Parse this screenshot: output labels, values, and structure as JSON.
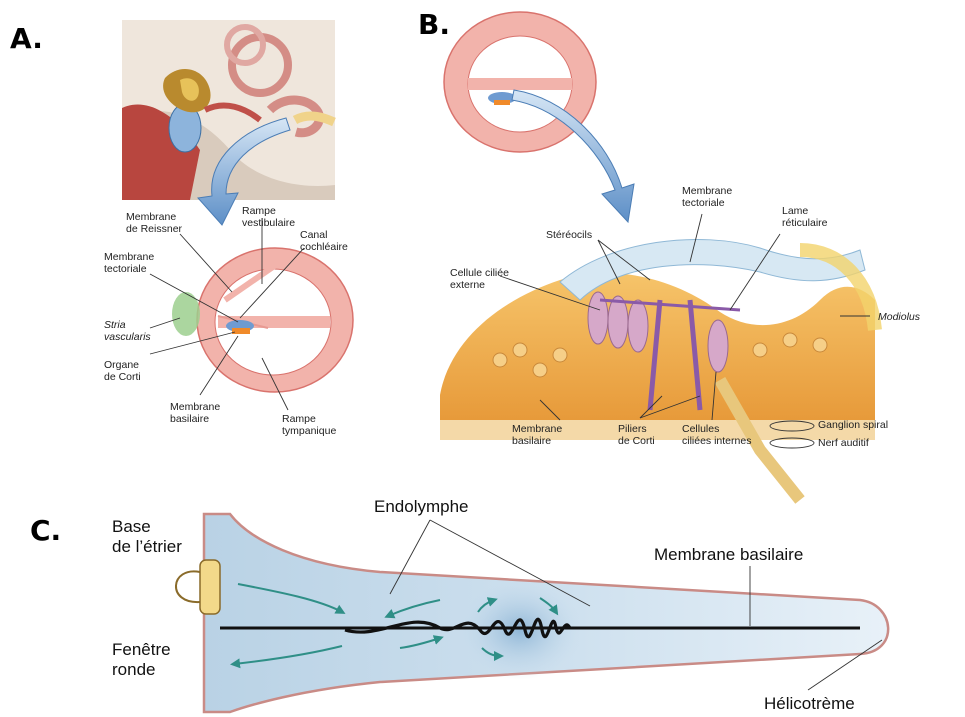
{
  "panels": {
    "a": {
      "letter": "A.",
      "labels": {
        "rampe_vestibulaire": [
          "Rampe",
          "vestibulaire"
        ],
        "membrane_reissner": [
          "Membrane",
          "de Reissner"
        ],
        "canal_cochleaire": [
          "Canal",
          "cochléaire"
        ],
        "membrane_tectoriale": [
          "Membrane",
          "tectoriale"
        ],
        "stria_vascularis": [
          "Stria",
          "vascularis"
        ],
        "organe_corti": [
          "Organe",
          "de Corti"
        ],
        "membrane_basilaire": [
          "Membrane",
          "basilaire"
        ],
        "rampe_tympanique": [
          "Rampe",
          "tympanique"
        ]
      }
    },
    "b": {
      "letter": "B.",
      "labels": {
        "membrane_tectoriale": [
          "Membrane",
          "tectoriale"
        ],
        "lame_reticulaire": [
          "Lame",
          "réticulaire"
        ],
        "stereocils": "Stéréocils",
        "cellule_ciliee_externe": [
          "Cellule ciliée",
          "externe"
        ],
        "modiolus": "Modiolus",
        "membrane_basilaire": [
          "Membrane",
          "basilaire"
        ],
        "piliers_corti": [
          "Piliers",
          "de Corti"
        ],
        "cellules_ciliees_internes": [
          "Cellules",
          "ciliées internes"
        ],
        "ganglion_spiral": "Ganglion spiral",
        "nerf_auditif": "Nerf auditif"
      }
    },
    "c": {
      "letter": "C.",
      "labels": {
        "base_etrier": [
          "Base",
          "de l’étrier"
        ],
        "endolymphe": "Endolymphe",
        "membrane_basilaire": "Membrane basilaire",
        "fenetre_ronde": [
          "Fenêtre",
          "ronde"
        ],
        "helicotreme": "Hélicotrème"
      }
    }
  },
  "colors": {
    "cochlea_pink": "#f2b3ab",
    "cochlea_outline": "#d9736d",
    "arrow_blue": "#6f9fd0",
    "organ_orange": "#f0a93c",
    "fluid_blue": "#bcd6e8",
    "flow_arrow": "#2f8f87"
  }
}
